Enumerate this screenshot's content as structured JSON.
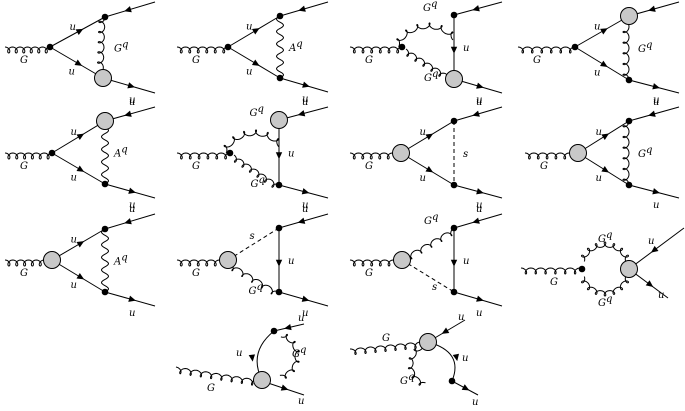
{
  "labels": {
    "quark": "u",
    "gluon": "G",
    "ghost_gluon": "G",
    "ghost_photon": "A",
    "superscript": "q",
    "scalar": "s"
  },
  "colors": {
    "line": "#000000",
    "blob_fill": "#c8c8c8",
    "vertex": "#000000"
  },
  "diagrams": [
    {
      "id": "d1",
      "kind": "triangle-gluon-exchange"
    },
    {
      "id": "d2",
      "kind": "triangle-photon-exchange"
    },
    {
      "id": "d3",
      "kind": "triangle-two-ghost-gluons"
    },
    {
      "id": "d4",
      "kind": "triangle-gluon-exchange-top-blob"
    },
    {
      "id": "d5",
      "kind": "triangle-photon-exchange-top-blob"
    },
    {
      "id": "d6",
      "kind": "triangle-two-ghost-gluons-top-blob"
    },
    {
      "id": "d7",
      "kind": "triangle-scalar-left-blob"
    },
    {
      "id": "d8",
      "kind": "triangle-gluon-left-blob"
    },
    {
      "id": "d9",
      "kind": "triangle-photon-left-blob"
    },
    {
      "id": "d10",
      "kind": "triangle-scalar-and-gluon-left-blob"
    },
    {
      "id": "d11",
      "kind": "triangle-gluon-and-scalar"
    },
    {
      "id": "d12",
      "kind": "gluon-bubble"
    },
    {
      "id": "d13",
      "kind": "quark-self-energy-bottom-blob"
    },
    {
      "id": "d14",
      "kind": "quark-self-energy-top-blob"
    }
  ]
}
